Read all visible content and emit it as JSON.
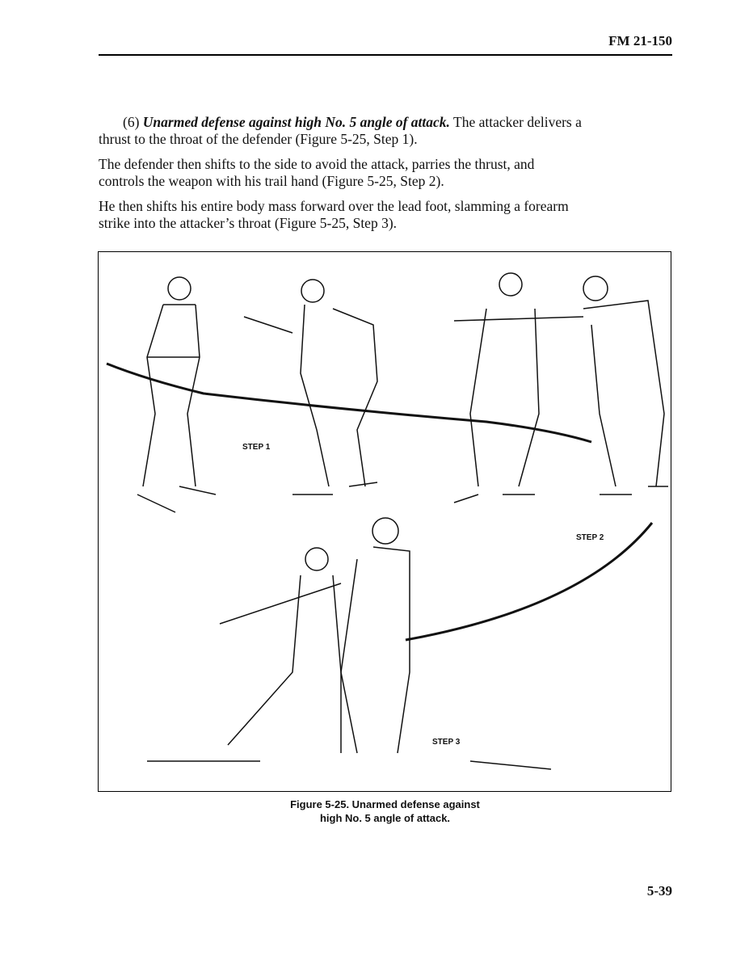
{
  "header": {
    "doc_id": "FM 21-150"
  },
  "body": {
    "p1_num": "(6)",
    "p1_title": "Unarmed defense against high No. 5 angle of attack.",
    "p1_text": "The attacker delivers a thrust to the throat of the defender (Figure 5-25, Step 1).",
    "p2": "The defender then shifts to the side to avoid the attack, parries the thrust, and controls the weapon with his trail hand (Figure 5-25, Step 2).",
    "p3": "He then shifts his entire body mass forward over the lead foot, slamming a forearm strike into the attacker’s throat (Figure 5-25, Step 3)."
  },
  "figure": {
    "steps": [
      "STEP 1",
      "STEP 2",
      "STEP 3"
    ],
    "caption_line1": "Figure 5-25. Unarmed defense against",
    "caption_line2": "high No. 5 angle of attack."
  },
  "footer": {
    "page_number": "5-39"
  }
}
